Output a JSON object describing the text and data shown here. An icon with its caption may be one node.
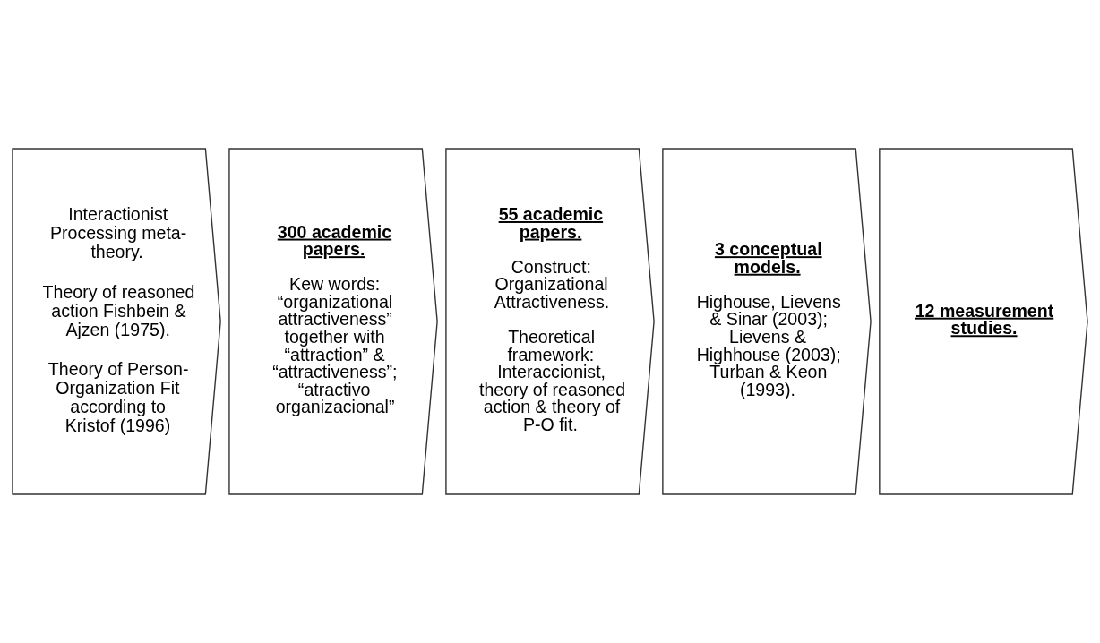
{
  "diagram": {
    "nodes": [
      {
        "text": [
          "Interactionist Processing meta-theory.",
          "Theory of reasoned action Fishbein & Ajzen (1975).",
          "Theory of Person-Organization Fit according to Kristof (1996)"
        ]
      },
      {
        "text": [
          "300 academic papers.",
          "Kew words: “organizational attractiveness” together with “attraction” & “attractiveness”; “atractivo organizacional”"
        ]
      },
      {
        "text": [
          "55 academic papers.",
          "Construct: Organizational Attractiveness.",
          "Theoretical framework: Interaccionist, theory of reasoned action & theory of P-O fit."
        ]
      },
      {
        "text": [
          "3 conceptual models.",
          "Highouse, Lievens & Sinar (2003); Lievens & Highhouse (2003); Turban & Keon (1993)."
        ]
      },
      {
        "text": [
          "12 measurement studies."
        ]
      }
    ],
    "edges": []
  }
}
